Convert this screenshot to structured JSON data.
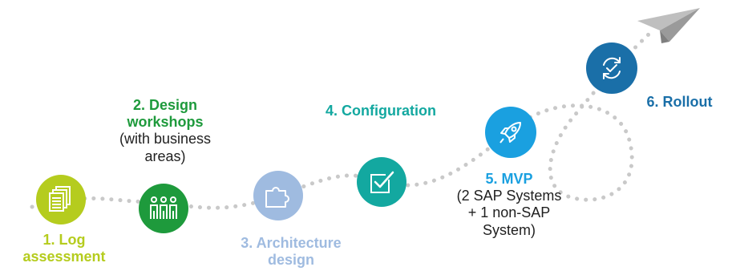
{
  "steps": [
    {
      "title": "1. Log assessment",
      "icon": "documents-icon",
      "color": "#b5cc1e"
    },
    {
      "title": "2. Design workshops",
      "description": "(with business areas)",
      "icon": "people-group-icon",
      "color": "#1e9a3c"
    },
    {
      "title": "3. Architecture design",
      "icon": "puzzle-piece-icon",
      "color": "#9fbbe0"
    },
    {
      "title": "4. Configuration",
      "icon": "checkbox-icon",
      "color": "#13a8a0"
    },
    {
      "title": "5. MVP",
      "description": "(2 SAP Systems + 1 non-SAP System)",
      "icon": "rocket-icon",
      "color": "#1aa0e0"
    },
    {
      "title": "6. Rollout",
      "icon": "refresh-check-icon",
      "color": "#1a6fa8"
    }
  ],
  "decoration": {
    "icon": "paper-plane-icon",
    "path_color": "#cfcfcf"
  }
}
